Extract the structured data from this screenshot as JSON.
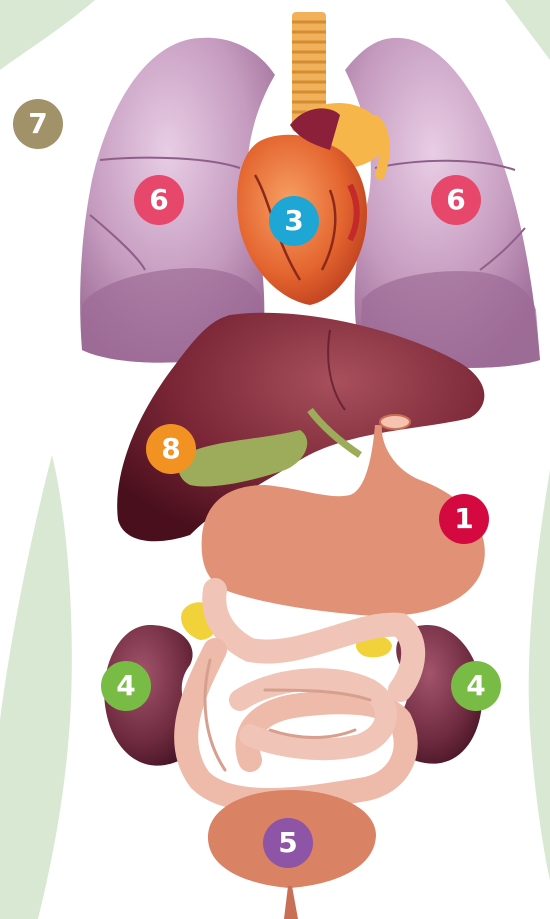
{
  "labels": {
    "stomach": {
      "text": "1",
      "color": "#d4093f"
    },
    "heart": {
      "text": "3",
      "color": "#1ea7d4"
    },
    "kidney_left": {
      "text": "4",
      "color": "#78bb45"
    },
    "kidney_right": {
      "text": "4",
      "color": "#78bb45"
    },
    "bladder": {
      "text": "5",
      "color": "#8e54a5"
    },
    "lung_left": {
      "text": "6",
      "color": "#e6476a"
    },
    "lung_right": {
      "text": "6",
      "color": "#e6476a"
    },
    "skin": {
      "text": "7",
      "color": "#a2926a"
    },
    "gallbladder": {
      "text": "8",
      "color": "#f29222"
    }
  },
  "colors": {
    "background": "#ffffff",
    "body_silhouette": "#d9e8d3",
    "trachea": "#f1b15a",
    "lung": "#c9a1c3",
    "heart": "#e4652f",
    "liver": "#7a2636",
    "gallbladder": "#9dac5a",
    "stomach": "#e19176",
    "kidney": "#6e2a3f",
    "intestine": "#f0c4b6",
    "bladder": "#d98264"
  }
}
